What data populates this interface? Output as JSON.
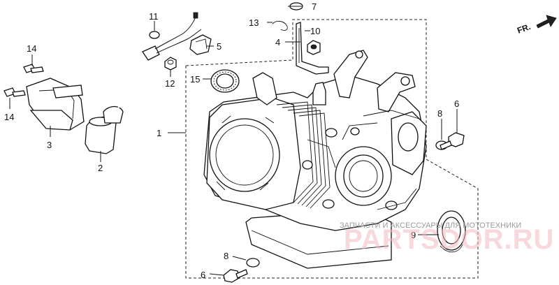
{
  "direction_label": "FR.",
  "callouts": [
    {
      "id": "c1",
      "text": "1"
    },
    {
      "id": "c2",
      "text": "2"
    },
    {
      "id": "c3",
      "text": "3"
    },
    {
      "id": "c4",
      "text": "4"
    },
    {
      "id": "c5",
      "text": "5"
    },
    {
      "id": "c6a",
      "text": "6"
    },
    {
      "id": "c6b",
      "text": "6"
    },
    {
      "id": "c7",
      "text": "7"
    },
    {
      "id": "c8a",
      "text": "8"
    },
    {
      "id": "c8b",
      "text": "8"
    },
    {
      "id": "c9",
      "text": "9"
    },
    {
      "id": "c10",
      "text": "10"
    },
    {
      "id": "c11",
      "text": "11"
    },
    {
      "id": "c12",
      "text": "12"
    },
    {
      "id": "c13",
      "text": "13"
    },
    {
      "id": "c14a",
      "text": "14"
    },
    {
      "id": "c14b",
      "text": "14"
    },
    {
      "id": "c15",
      "text": "15"
    }
  ],
  "watermark": {
    "tagline": "ЗАПЧАСТИ И АКСЕССУАРЫ ДЛЯ МОТОТЕХНИКИ",
    "brand": "PARTSDOR.RU"
  }
}
